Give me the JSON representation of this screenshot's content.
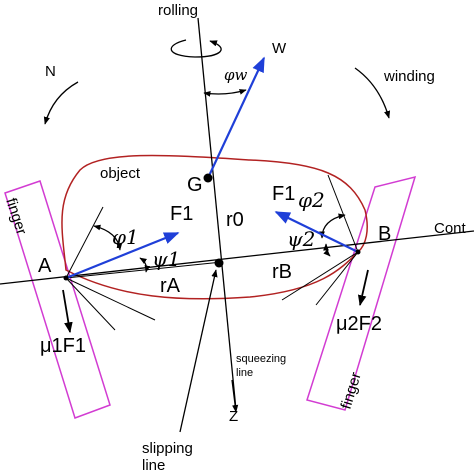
{
  "labels": {
    "rolling": "rolling",
    "winding": "winding",
    "N": "N",
    "W": "W",
    "phi_w": "φw",
    "object": "object",
    "G": "G",
    "r0": "r0",
    "F1_left": "F1",
    "phi1": "φ1",
    "psi1": "ψ1",
    "A": "A",
    "rA": "rA",
    "F1_right": "F1",
    "phi2": "φ2",
    "psi2": "ψ2",
    "B": "B",
    "rB": "rB",
    "contact_line": "Cont",
    "finger_left": "finger",
    "finger_right": "finger",
    "mu1F1": "μ1F1",
    "mu2F2": "μ2F2",
    "squeezing_line_1": "squeezing",
    "squeezing_line_2": "line",
    "Z": "Z",
    "slipping_line_1": "slipping",
    "slipping_line_2": "line"
  },
  "colors": {
    "ink": "#000000",
    "vector": "#1f3fd8",
    "object_outline": "#b22222",
    "finger_outline": "#d23cd2"
  }
}
